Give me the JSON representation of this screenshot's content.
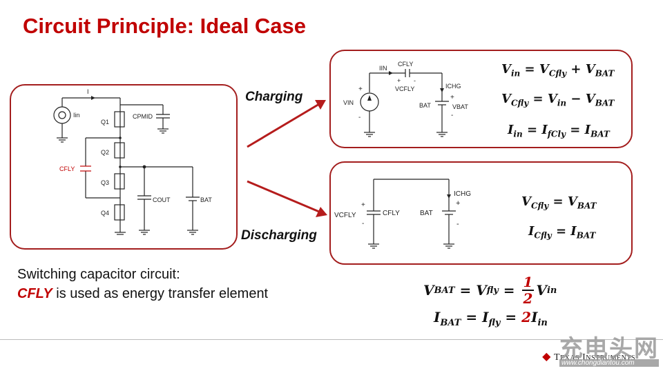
{
  "title": "Circuit Principle: Ideal Case",
  "main_circuit": {
    "I": "I",
    "Iin": "Iin",
    "CPMID": "CPMID",
    "Q1": "Q1",
    "Q2": "Q2",
    "Q3": "Q3",
    "Q4": "Q4",
    "CFLY": "CFLY",
    "COUT": "COUT",
    "BAT": "BAT"
  },
  "charging": {
    "label": "Charging",
    "circuit": {
      "IIN": "IIN",
      "CFLY": "CFLY",
      "VCFLY": "VCFLY",
      "plus": "+",
      "minus": "-",
      "ICHG": "ICHG",
      "VIN": "VIN",
      "BAT": "BAT",
      "VBAT": "VBAT"
    },
    "eq1": {
      "lhs": "V",
      "lhs_sub": "in",
      "mid": "V",
      "mid_sub": "Cfly",
      "rhs": "V",
      "rhs_sub": "BAT"
    },
    "eq2": {
      "lhs": "V",
      "lhs_sub": "Cfly",
      "mid": "V",
      "mid_sub": "in",
      "rhs": "V",
      "rhs_sub": "BAT"
    },
    "eq3": {
      "lhs": "I",
      "lhs_sub": "in",
      "mid": "I",
      "mid_sub": "fCly",
      "rhs": "I",
      "rhs_sub": "BAT"
    }
  },
  "discharging": {
    "label": "Discharging",
    "circuit": {
      "VCFLY": "VCFLY",
      "CFLY": "CFLY",
      "BAT": "BAT",
      "ICHG": "ICHG",
      "plus": "+",
      "minus": "-"
    },
    "eq1": {
      "lhs": "V",
      "lhs_sub": "Cfly",
      "rhs": "V",
      "rhs_sub": "BAT"
    },
    "eq2": {
      "lhs": "I",
      "lhs_sub": "Cfly",
      "rhs": "I",
      "rhs_sub": "BAT"
    }
  },
  "caption": {
    "line1": "Switching capacitor circuit:",
    "cfly": "CFLY",
    "line2_rest": " is used as energy transfer element"
  },
  "summary": {
    "eq1": {
      "lhs": "V",
      "lhs_sub": "BAT",
      "mid": "V",
      "mid_sub": "fly",
      "num": "1",
      "den": "2",
      "rhs": "V",
      "rhs_sub": "in"
    },
    "eq2": {
      "lhs": "I",
      "lhs_sub": "BAT",
      "mid": "I",
      "mid_sub": "fly",
      "coef": "2",
      "rhs": "I",
      "rhs_sub": "in"
    }
  },
  "footer": {
    "logo_text": "Texas Instruments",
    "watermark": "充电头网",
    "watermark_url": "www.chongdiantou.com"
  },
  "colors": {
    "accent": "#c00000",
    "border": "#a31d1d",
    "arrow": "#b51c1c"
  }
}
